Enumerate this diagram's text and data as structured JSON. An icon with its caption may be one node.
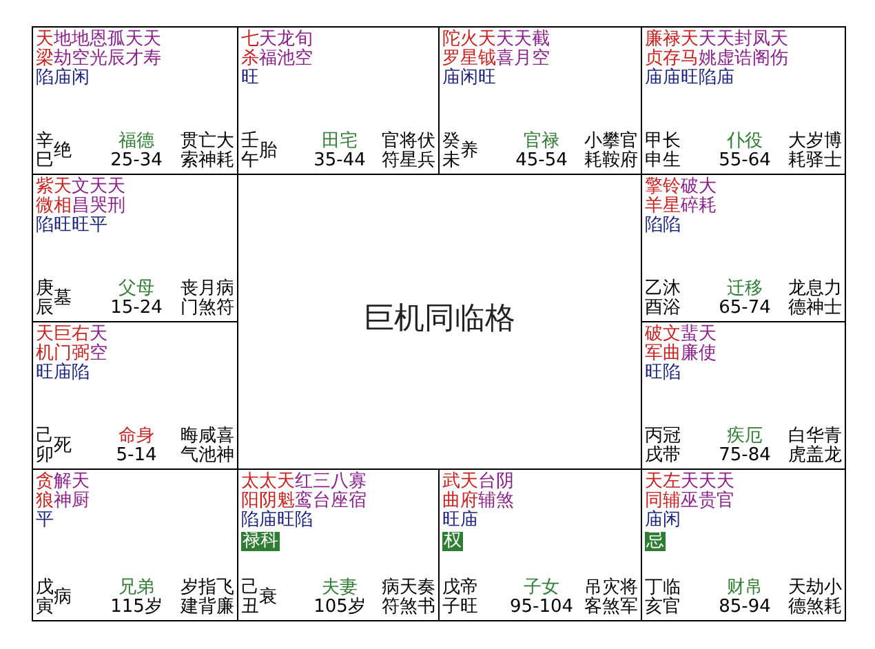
{
  "diagram": {
    "nodes": [
      {
        "text": [
          "天地地恩孤天天",
          "梁劫空光辰才寿",
          "陷庙闲",
          "辛",
          "巳",
          "绝",
          "福德",
          "25-34",
          "贯亡大",
          "索神耗"
        ]
      },
      {
        "text": [
          "七天龙旬",
          "杀福池空",
          "旺",
          "壬",
          "午",
          "胎",
          "田宅",
          "35-44",
          "官将伏",
          "符星兵"
        ]
      },
      {
        "text": [
          "陀火天天天截",
          "罗星钺喜月空",
          "庙闲旺",
          "癸",
          "未",
          "养",
          "官禄",
          "45-54",
          "小攀官",
          "耗鞍府"
        ]
      },
      {
        "text": [
          "廉禄天天天封凤天",
          "贞存马姚虚诰阁伤",
          "庙庙旺陷庙",
          "甲",
          "申",
          "长生",
          "仆役",
          "55-64",
          "大岁博",
          "耗驿士"
        ]
      },
      {
        "text": [
          "紫天文天天",
          "微相昌哭刑",
          "陷旺旺平",
          "庚",
          "辰",
          "墓",
          "父母",
          "15-24",
          "丧月病",
          "门煞符"
        ]
      },
      {
        "text": [
          "巨机同临格"
        ]
      },
      {
        "text": [
          "擎铃破大",
          "羊星碎耗",
          "陷陷",
          "乙",
          "酉",
          "沐浴",
          "迁移",
          "65-74",
          "龙息力",
          "德神士"
        ]
      },
      {
        "text": [
          "天巨右天",
          "机门弼空",
          "旺庙陷",
          "己",
          "卯",
          "死",
          "命身",
          "5-14",
          "晦咸喜",
          "气池神"
        ]
      },
      {
        "text": [
          "破文蜚天",
          "军曲廉使",
          "旺陷",
          "丙",
          "戌",
          "冠带",
          "疾厄",
          "75-84",
          "白华青",
          "虎盖龙"
        ]
      },
      {
        "text": [
          "贪解天",
          "狼神厨",
          "平",
          "戊",
          "寅",
          "病",
          "兄弟",
          "115岁",
          "岁指飞",
          "建背廉"
        ]
      },
      {
        "text": [
          "太太天红三八寡",
          "阳阴魁鸾台座宿",
          "陷庙旺陷",
          "禄科",
          "己",
          "丑",
          "衰",
          "夫妻",
          "105岁",
          "病天奏",
          "符煞书"
        ]
      },
      {
        "text": [
          "武天台阴",
          "曲府辅煞",
          "旺庙",
          "权",
          "戊",
          "子",
          "帝旺",
          "子女",
          "95-104",
          "吊灾将",
          "客煞军"
        ]
      },
      {
        "text": [
          "天左天天天",
          "同辅巫贵官",
          "庙闲",
          "忌",
          "丁",
          "亥",
          "临官",
          "财帛",
          "85-94",
          "天劫小",
          "德煞耗"
        ]
      }
    ]
  }
}
